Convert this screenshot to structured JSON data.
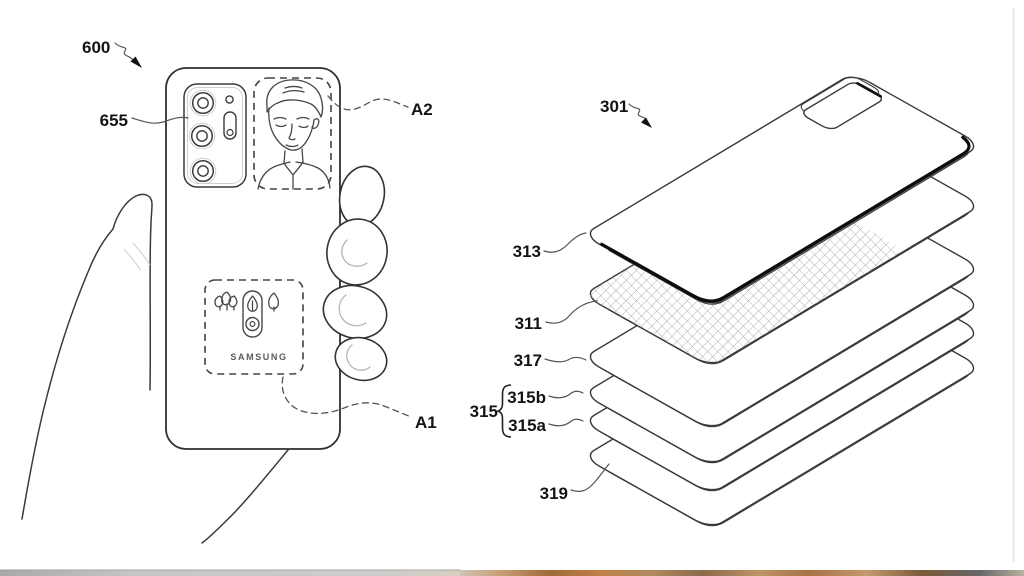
{
  "figure_labels": {
    "left_ref": "600",
    "camera_ref": "655",
    "front_area": "A2",
    "back_area": "A1",
    "brand": "SAMSUNG",
    "right_ref": "301",
    "back_cover": "313",
    "pattern_sheet": "311",
    "sheet_317": "317",
    "sheet_group": "315",
    "sheet_315b": "315b",
    "sheet_315a": "315a",
    "bottom_sheet": "319"
  },
  "colors": {
    "line": "#3a3a3a",
    "hatch": "#9a9a9a",
    "desk_strip_orange": "#a87244",
    "desk_strip_gray": "#bdbdbd"
  }
}
